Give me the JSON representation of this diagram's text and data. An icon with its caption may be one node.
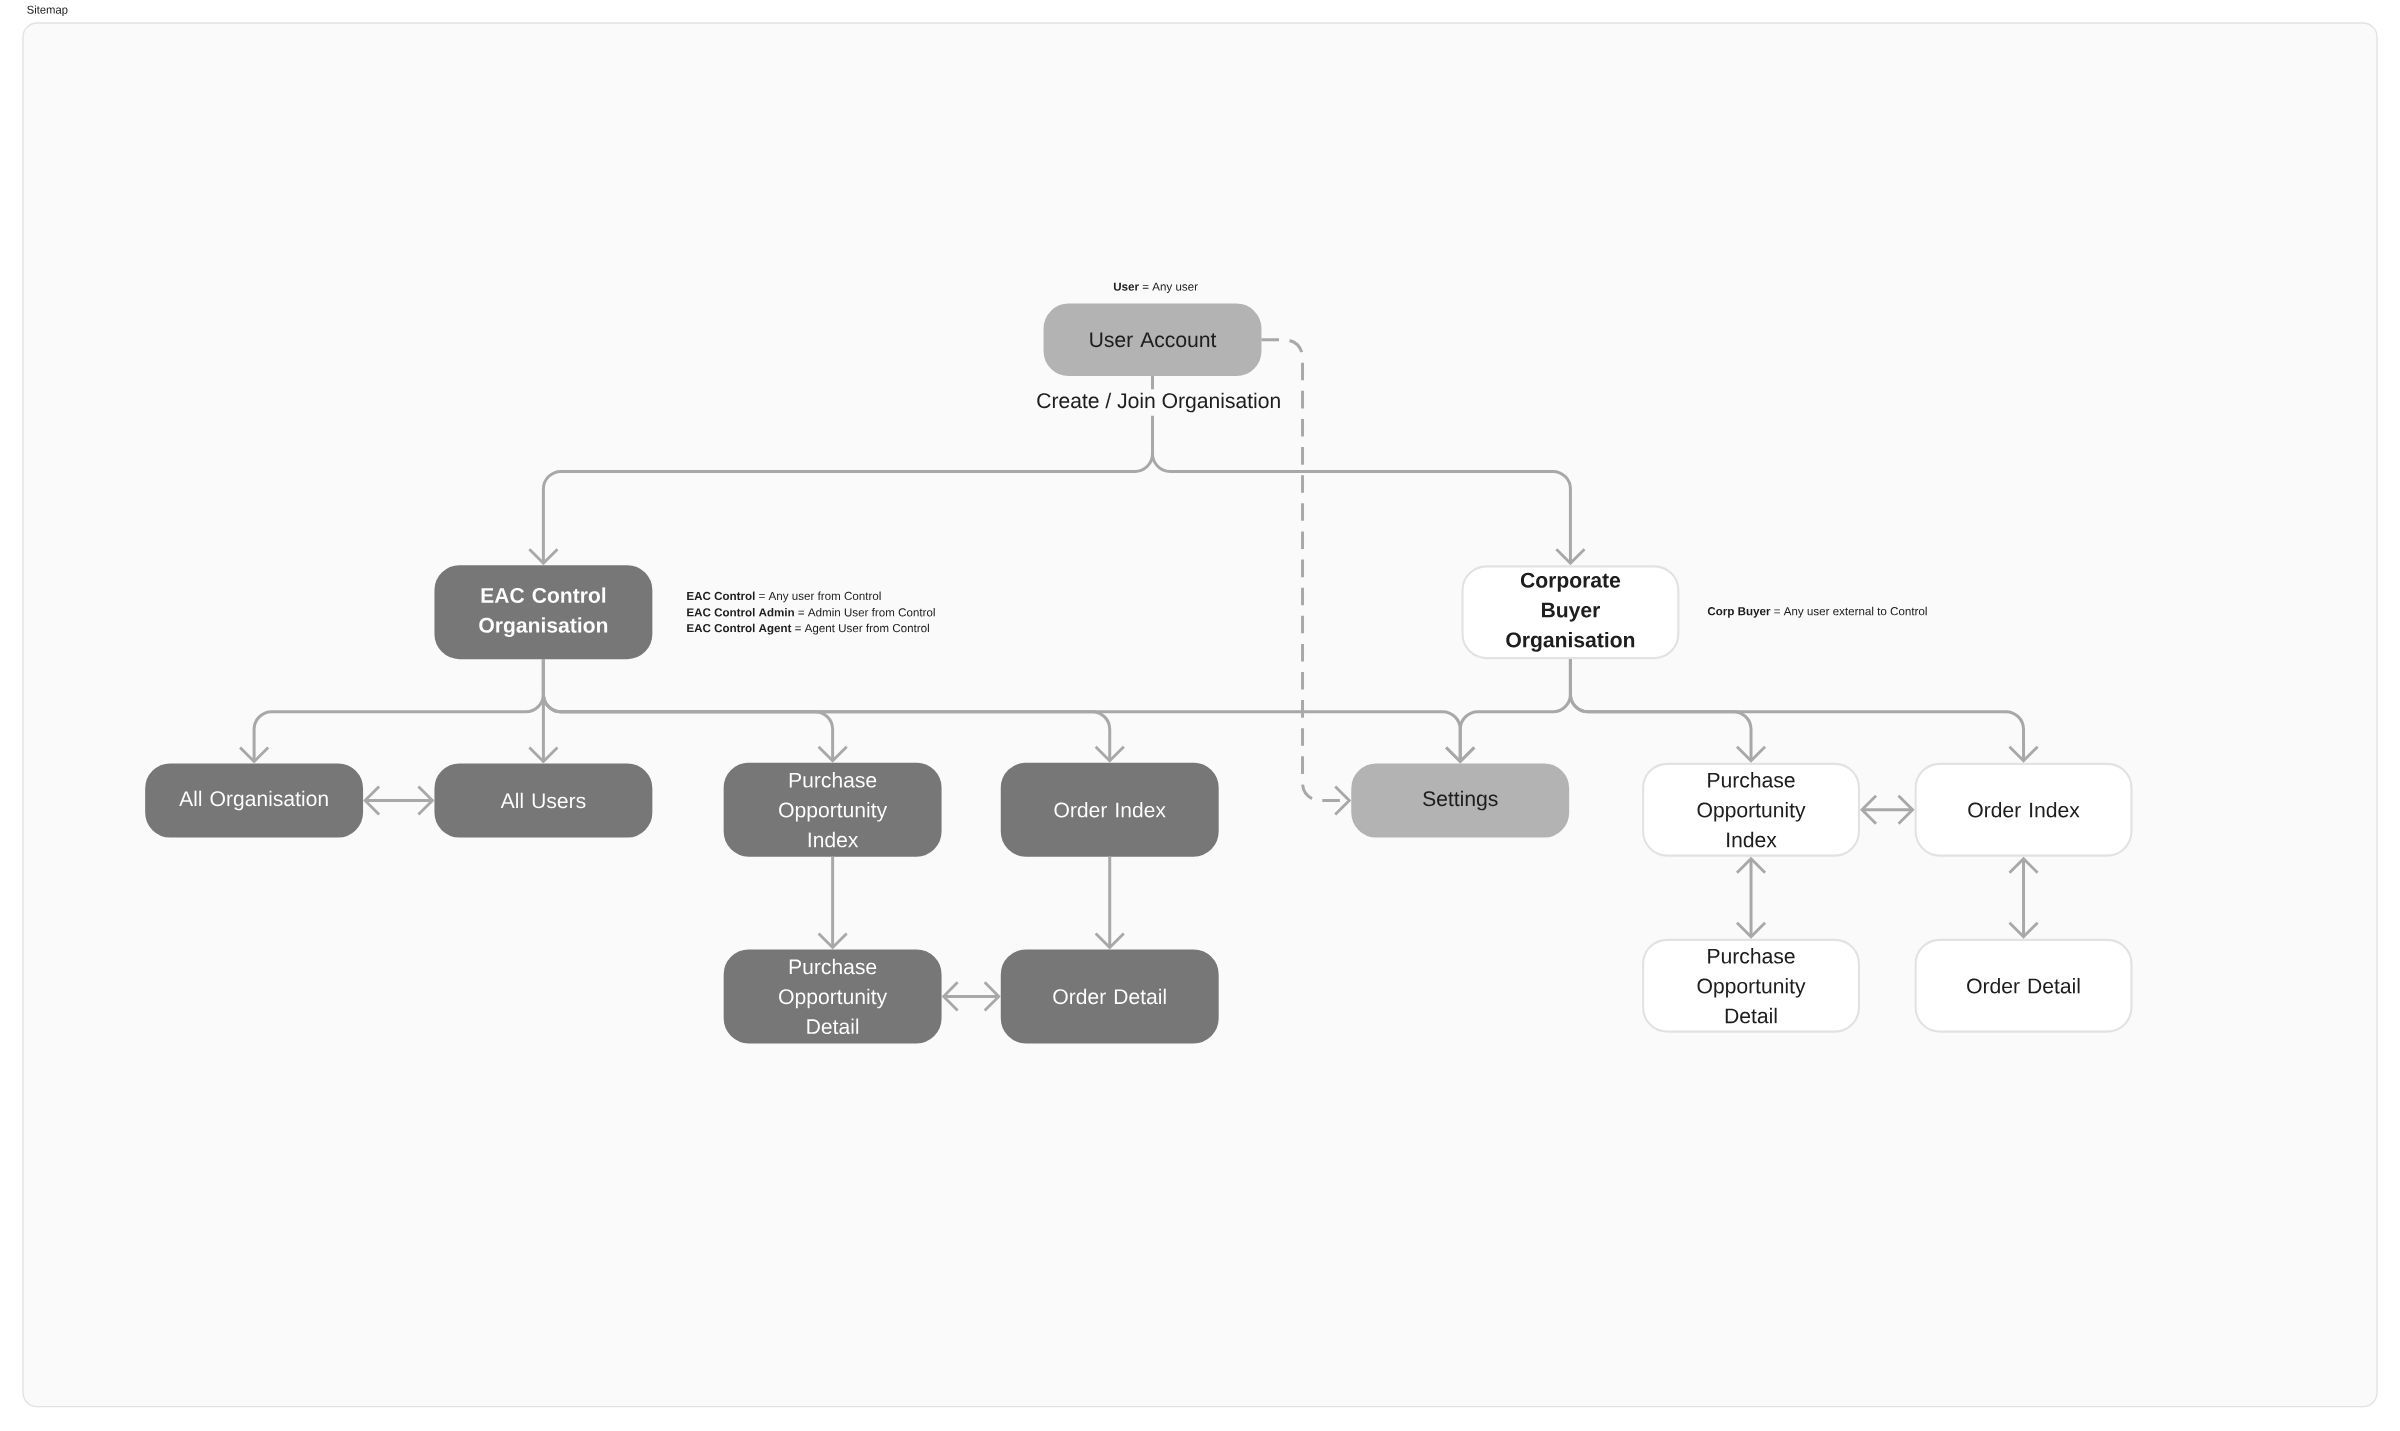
{
  "diagram": {
    "title": "Sitemap",
    "nodes": [
      {
        "text": [
          "User Account"
        ]
      },
      {
        "text": [
          "EAC Control Organisation"
        ]
      },
      {
        "text": [
          "Corporate Buyer Organisation"
        ]
      },
      {
        "text": [
          "All Organisation"
        ]
      },
      {
        "text": [
          "All Users"
        ]
      },
      {
        "text": [
          "Purchase Opportunity Index"
        ]
      },
      {
        "text": [
          "Order Index"
        ]
      },
      {
        "text": [
          "Settings"
        ]
      },
      {
        "text": [
          "Purchase Opportunity Index"
        ]
      },
      {
        "text": [
          "Order Index"
        ]
      },
      {
        "text": [
          "Purchase Opportunity Detail"
        ]
      },
      {
        "text": [
          "Order Detail"
        ]
      },
      {
        "text": [
          "Purchase Opportunity Detail"
        ]
      },
      {
        "text": [
          "Order Detail"
        ]
      }
    ],
    "edges": [
      {
        "from": 0,
        "to": 1,
        "arrow": "to",
        "label": "Create / Join Organisation"
      },
      {
        "from": 0,
        "to": 2,
        "arrow": "to"
      },
      {
        "from": 1,
        "to": 3,
        "arrow": "to"
      },
      {
        "from": 1,
        "to": 4,
        "arrow": "to"
      },
      {
        "from": 1,
        "to": 5,
        "arrow": "to"
      },
      {
        "from": 1,
        "to": 6,
        "arrow": "to"
      },
      {
        "from": 1,
        "to": 7,
        "arrow": "to"
      },
      {
        "from": 2,
        "to": 7,
        "arrow": "to"
      },
      {
        "from": 2,
        "to": 8,
        "arrow": "to"
      },
      {
        "from": 2,
        "to": 9,
        "arrow": "to"
      },
      {
        "from": 0,
        "to": 7,
        "arrow": "to",
        "style": "dashed"
      },
      {
        "from": 3,
        "to": 4,
        "arrow": "both"
      },
      {
        "from": 5,
        "to": 10,
        "arrow": "to"
      },
      {
        "from": 6,
        "to": 11,
        "arrow": "to"
      },
      {
        "from": 10,
        "to": 11,
        "arrow": "both"
      },
      {
        "from": 8,
        "to": 9,
        "arrow": "both"
      },
      {
        "from": 8,
        "to": 12,
        "arrow": "both"
      },
      {
        "from": 9,
        "to": 13,
        "arrow": "both"
      }
    ],
    "labels": [
      "**User** = Any user",
      "**EAC Control** = Any user from Control",
      "**EAC Control Admin** = Admin User from Control",
      "**EAC Control Agent** = Agent User from Control",
      "**Corp Buyer** = Any user external to Control"
    ]
  }
}
